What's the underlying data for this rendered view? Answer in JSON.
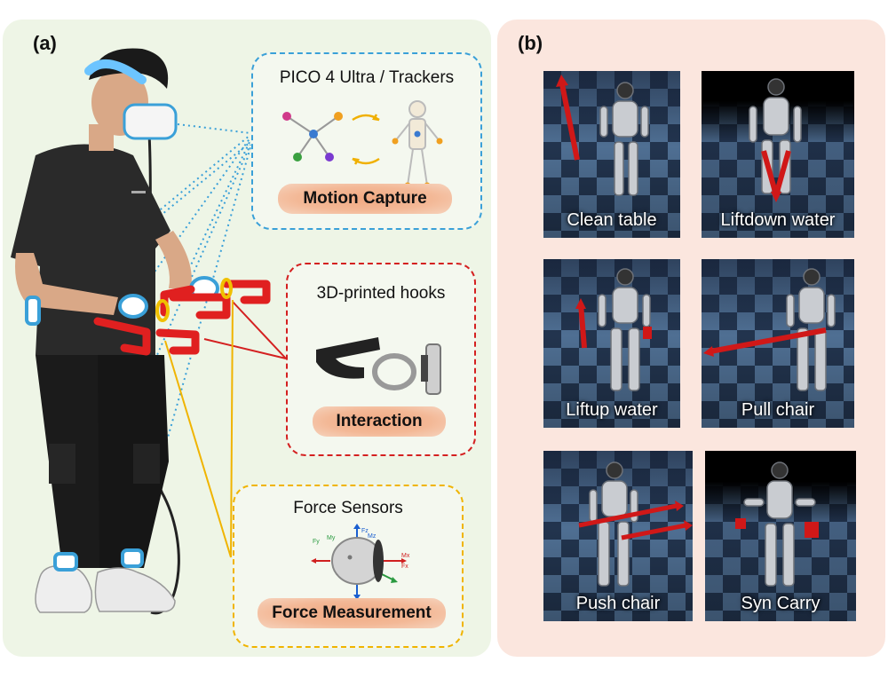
{
  "panel_a": {
    "label": "(a)",
    "motion_box": {
      "title": "PICO 4 Ultra / Trackers",
      "pill": "Motion Capture"
    },
    "hooks_box": {
      "title": "3D-printed hooks",
      "pill": "Interaction"
    },
    "force_box": {
      "title": "Force Sensors",
      "pill": "Force Measurement",
      "axis_labels": {
        "fz": "Fz",
        "mz": "Mz",
        "fy": "Fy",
        "my": "My",
        "mx": "Mx",
        "fx": "Fx"
      }
    },
    "colors": {
      "motion": "#3aa0d8",
      "hooks": "#d42020",
      "force": "#f0b400"
    }
  },
  "panel_b": {
    "label": "(b)",
    "tasks": [
      {
        "label": "Clean table"
      },
      {
        "label": "Liftdown water"
      },
      {
        "label": "Liftup water"
      },
      {
        "label": "Pull chair"
      },
      {
        "label": "Push chair"
      },
      {
        "label": "Syn Carry"
      }
    ]
  }
}
